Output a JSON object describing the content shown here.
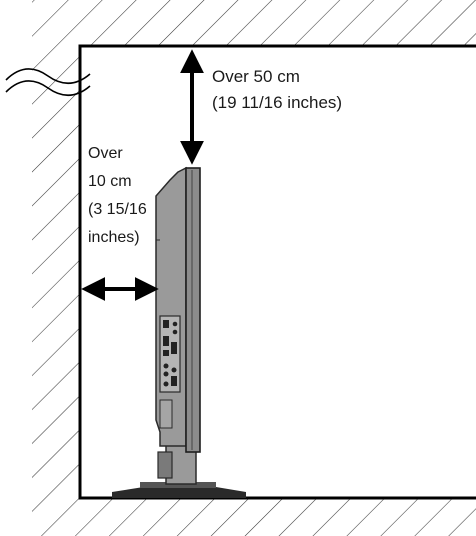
{
  "clearances": {
    "top": {
      "line1": "Over 50 cm",
      "line2": "(19 11/16 inches)"
    },
    "side": {
      "line1": "Over",
      "line2": "10 cm",
      "line3": "(3 15/16",
      "line4": "inches)"
    }
  },
  "colors": {
    "wall_outline": "#000000",
    "hatch": "#3a3a3a",
    "tv_fill": "#9a9a9a",
    "tv_dark": "#2a2a2a",
    "arrow": "#000000"
  }
}
